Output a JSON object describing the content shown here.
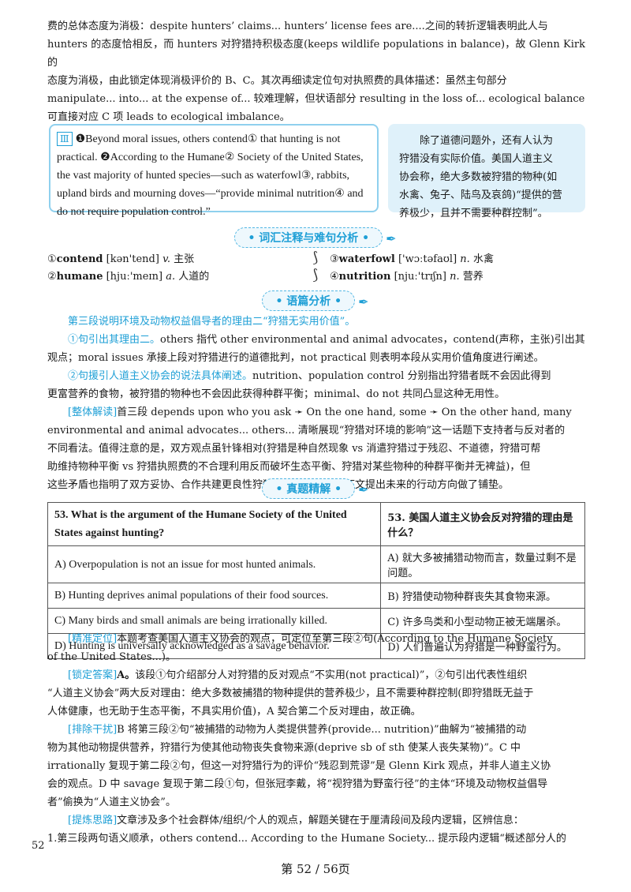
{
  "intro": {
    "line1": "费的总体态度为消极：despite hunters’ claims... hunters’ license fees are....之间的转折逻辑表明此人与",
    "line2": "hunters 的态度恰相反，而 hunters 对狩猎持积极态度(keeps wildlife populations in balance)，故 Glenn Kirk 的",
    "line3": "态度为消极，由此锁定体现消极评价的 B、C。其次再细读定位句对执照费的具体描述：虽然主句部分",
    "line4": "manipulate... into... at the expense of... 较难理解，但状语部分 resulting in the loss of... ecological balance",
    "line5": "可直接对应 C 项 leads to ecological imbalance。"
  },
  "passage": {
    "marker": "Ⅲ",
    "line1": "❶Beyond moral issues, others contend① that hunting is not",
    "line2": "practical. ❷According to the Humane② Society of the United States,",
    "line3": "the vast majority of hunted species—such as waterfowl③, rabbits,",
    "line4": "upland birds and mourning doves—“provide minimal nutrition④ and",
    "line5": "do not require population control.”"
  },
  "translation": {
    "line1": "除了道德问题外，还有人认为",
    "line2": "狩猎没有实际价值。美国人道主义",
    "line3": "协会称，绝大多数被狩猎的物种(如",
    "line4": "水禽、兔子、陆鸟及哀鸽)“提供的营",
    "line5": "养极少，且并不需要种群控制”。"
  },
  "headings": {
    "vocab": "• 词汇注释与难句分析 •",
    "analysis": "• 语篇分析 •",
    "exam": "• 真题精解 •"
  },
  "vocab": [
    {
      "num": "①",
      "word": "contend",
      "phon": "[kən'tend]",
      "pos": "v.",
      "meaning": "主张"
    },
    {
      "num": "②",
      "word": "humane",
      "phon": "[hjuː'meɪn]",
      "pos": "a.",
      "meaning": "人道的"
    },
    {
      "num": "③",
      "word": "waterfowl",
      "phon": "['wɔːtəfaʊl]",
      "pos": "n.",
      "meaning": "水禽"
    },
    {
      "num": "④",
      "word": "nutrition",
      "phon": "[njuː'trɪʃn]",
      "pos": "n.",
      "meaning": "营养"
    }
  ],
  "analysis": {
    "title": "第三段说明环境及动物权益倡导者的理由二“狩猎无实用价值”。",
    "p1_tag": "①句引出其理由二。",
    "p1_a": "others 指代 other environmental and animal advocates，contend(声称，主张)引出其",
    "p1_b": "观点；moral issues 承接上段对狩猎进行的道德批判，not practical 则表明本段从实用价值角度进行阐述。",
    "p2_tag": "②句援引人道主义协会的说法具体阐述。",
    "p2_a": "nutrition、population control 分别指出狩猎者既不会因此得到",
    "p2_b": "更富营养的食物，被狩猎的物种也不会因此获得种群平衡；minimal、do not 共同凸显这种无用性。",
    "p3_tag": "[整体解读]",
    "p3_a": "首三段 depends upon who you ask ➛ On the one hand, some ➛ On the other hand, many",
    "p3_b": "environmental and animal advocates... others... 清晰展现“狩猎对环境的影响”这一话题下支持者与反对者的",
    "p3_c": "不同看法。值得注意的是，双方观点虽针锋相对(狩猎是种自然现象 vs 消遣狩猎过于残忍、不道德，狩猎可帮",
    "p3_d": "助维持物种平衡 vs 狩猎执照费的不合理利用反而破坏生态平衡、狩猎对某些物种的种群平衡并无裨益)，但",
    "p3_e": "这些矛盾也指明了双方妥协、合作共建更良性狩猎氛围的方向，为下文提出未来的行动方向做了铺垫。"
  },
  "question": {
    "en": "53. What is the argument of the Humane Society of the United States against hunting?",
    "cn": "53. 美国人道主义协会反对狩猎的理由是什么？",
    "options": [
      {
        "en": "A) Overpopulation is not an issue for most hunted animals.",
        "cn": "A) 就大多被捕猎动物而言，数量过剩不是问题。"
      },
      {
        "en": "B) Hunting deprives animal populations of their food sources.",
        "cn": "B) 狩猎使动物种群丧失其食物来源。"
      },
      {
        "en": "C) Many birds and small animals are being irrationally killed.",
        "cn": "C) 许多鸟类和小型动物正被无端屠杀。"
      },
      {
        "en": "D) Hunting is universally acknowledged as a savage behavior.",
        "cn": "D) 人们普遍认为狩猎是一种野蛮行为。"
      }
    ]
  },
  "solution": {
    "t1": "[精准定位]",
    "s1_a": "本题考查美国人道主义协会的观点，可定位至第三段②句(According to the Humane Society",
    "s1_b": "of the United States...)。",
    "t2": "[锁定答案]",
    "s2_ans": "A。",
    "s2_a": "该段①句介绍部分人对狩猎的反对观点“不实用(not practical)”，②句引出代表性组织",
    "s2_b": "“人道主义协会”两大反对理由：绝大多数被捕猎的物种提供的营养极少，且不需要种群控制(即狩猎既无益于",
    "s2_c": "人体健康，也无助于生态平衡，不具实用价值)，A 契合第二个反对理由，故正确。",
    "t3": "[排除干扰]",
    "s3_a": "B 将第三段②句“被捕猎的动物为人类提供营养(provide... nutrition)”曲解为“被捕猎的动",
    "s3_b": "物为其他动物提供营养，狩猎行为使其他动物丧失食物来源(deprive sb of sth 使某人丧失某物)”。C 中",
    "s3_c": "irrationally 复现于第二段②句，但这一对狩猎行为的评价“残忍到荒谬”是 Glenn Kirk 观点，并非人道主义协",
    "s3_d": "会的观点。D 中 savage 复现于第二段①句，但张冠李戴，将“视狩猎为野蛮行径”的主体“环境及动物权益倡导",
    "s3_e": "者”偷换为“人道主义协会”。",
    "t4": "[提炼思路]",
    "s4_a": "文章涉及多个社会群体/组织/个人的观点，解题关键在于厘清段间及段内逻辑，区辨信息：",
    "s4_b": "1.第三段两句语义顺承，others contend... According to the Humane Society... 提示段内逻辑“概述部分人的"
  },
  "footer": {
    "page_num": "52",
    "page_label": "第 52 / 56页"
  }
}
